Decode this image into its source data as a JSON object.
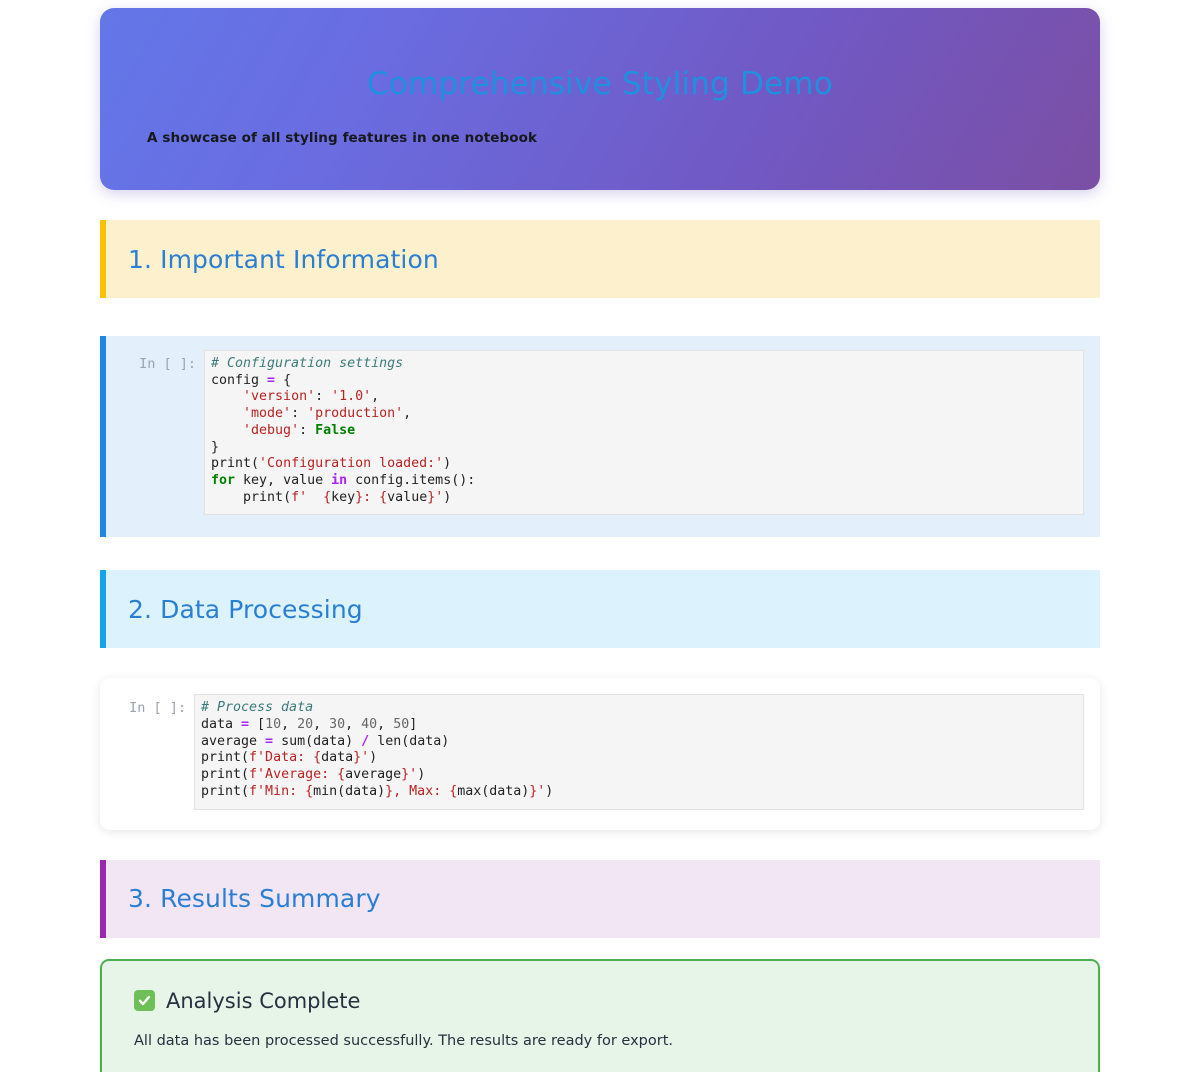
{
  "banner": {
    "title": "Comprehensive Styling Demo",
    "subtitle": "A showcase of all styling features in one notebook",
    "gradient_from": "#667eea",
    "gradient_to": "#764ba2",
    "title_color": "#1f90e0"
  },
  "sections": [
    {
      "heading": "1. Important Information",
      "accent_color": "#ffc107",
      "background_color": "#fdf1cd",
      "heading_color": "#2a7fd4"
    },
    {
      "heading": "2. Data Processing",
      "accent_color": "#13a4ec",
      "background_color": "#dcf3fd",
      "heading_color": "#2a7fd4"
    },
    {
      "heading": "3. Results Summary",
      "accent_color": "#9c27b0",
      "background_color": "#f2e6f5",
      "heading_color": "#2a7fd4"
    }
  ],
  "cells": [
    {
      "prompt": "In [ ]:",
      "style": "highlighted",
      "accent_color": "#1e88e5",
      "background_color": "#e3f0fb",
      "language": "python",
      "code": "# Configuration settings\nconfig = {\n    'version': '1.0',\n    'mode': 'production',\n    'debug': False\n}\nprint('Configuration loaded:')\nfor key, value in config.items():\n    print(f'  {key}: {value}')"
    },
    {
      "prompt": "In [ ]:",
      "style": "card",
      "background_color": "#ffffff",
      "language": "python",
      "code": "# Process data\ndata = [10, 20, 30, 40, 50]\naverage = sum(data) / len(data)\nprint(f'Data: {data}')\nprint(f'Average: {average}')\nprint(f'Min: {min(data)}, Max: {max(data)}')"
    }
  ],
  "callout": {
    "icon": "white-heavy-check-mark",
    "title": "Analysis Complete",
    "text": "All data has been processed successfully. The results are ready for export.",
    "border_color": "#4caf50",
    "background_color": "#e7f5e9"
  }
}
